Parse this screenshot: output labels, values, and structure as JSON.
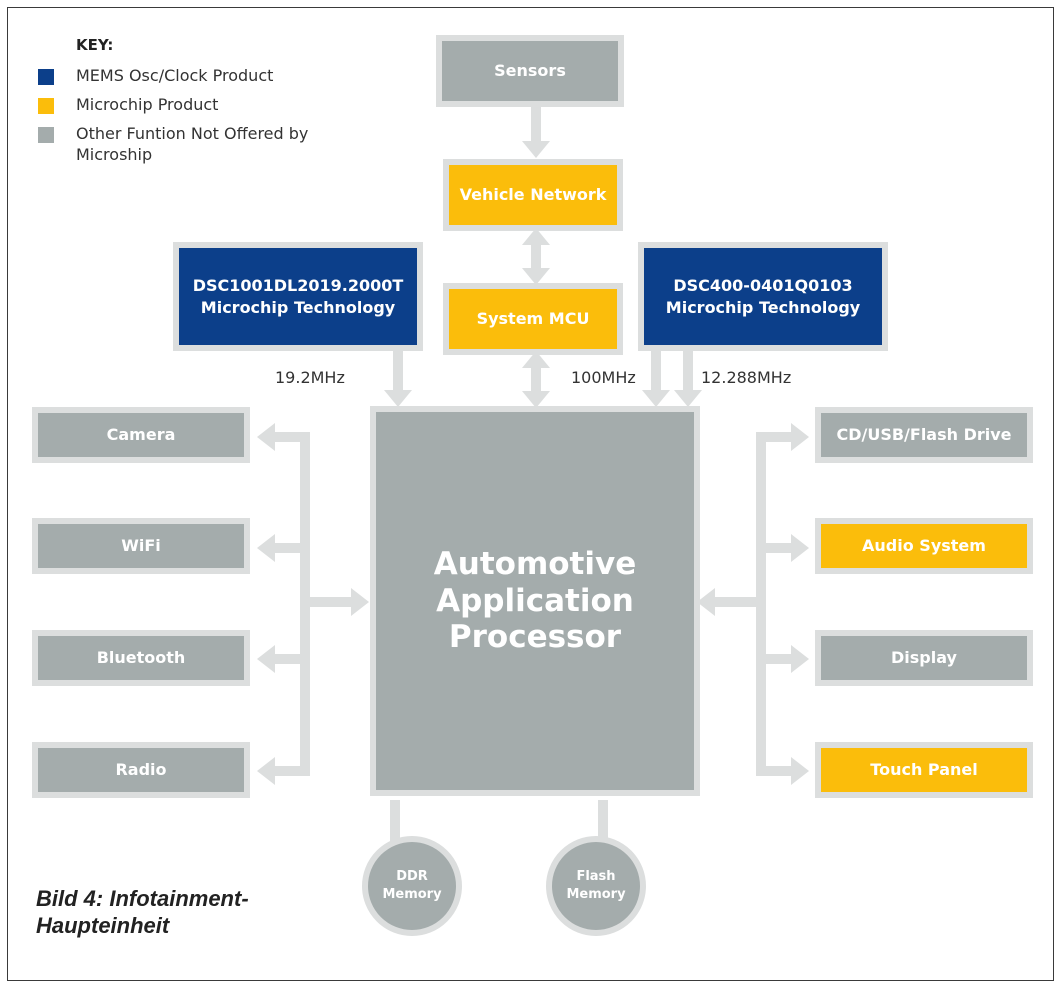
{
  "key": {
    "title": "KEY:",
    "items": [
      {
        "label": "MEMS Osc/Clock Product",
        "color": "#0c3f8a"
      },
      {
        "label": "Microchip Product",
        "color": "#fbbd0b"
      },
      {
        "label": "Other Funtion Not Offered by Microship",
        "color": "#a4acac"
      }
    ]
  },
  "blocks": {
    "sensors": "Sensors",
    "vehicle_network": "Vehicle Network",
    "system_mcu": "System MCU",
    "osc_left": {
      "line1": "DSC1001DL2019.2000T",
      "line2": "Microchip Technology"
    },
    "osc_right": {
      "line1": "DSC400-0401Q0103",
      "line2": "Microchip Technology"
    },
    "processor": {
      "line1": "Automotive",
      "line2": "Application",
      "line3": "Processor"
    },
    "left": [
      "Camera",
      "WiFi",
      "Bluetooth",
      "Radio"
    ],
    "right": [
      "CD/USB/Flash Drive",
      "Audio System",
      "Display",
      "Touch Panel"
    ],
    "ddr": {
      "line1": "DDR",
      "line2": "Memory"
    },
    "flash": {
      "line1": "Flash",
      "line2": "Memory"
    }
  },
  "freqs": {
    "f1": "19.2MHz",
    "f2": "100MHz",
    "f3": "12.288MHz"
  },
  "caption": {
    "line1": "Bild 4: Infotainment-",
    "line2": "Haupteinheit"
  },
  "colors": {
    "navy": "#0c3f8a",
    "yellow": "#fbbd0b",
    "gray": "#a4acac",
    "connector": "#dcdede"
  }
}
